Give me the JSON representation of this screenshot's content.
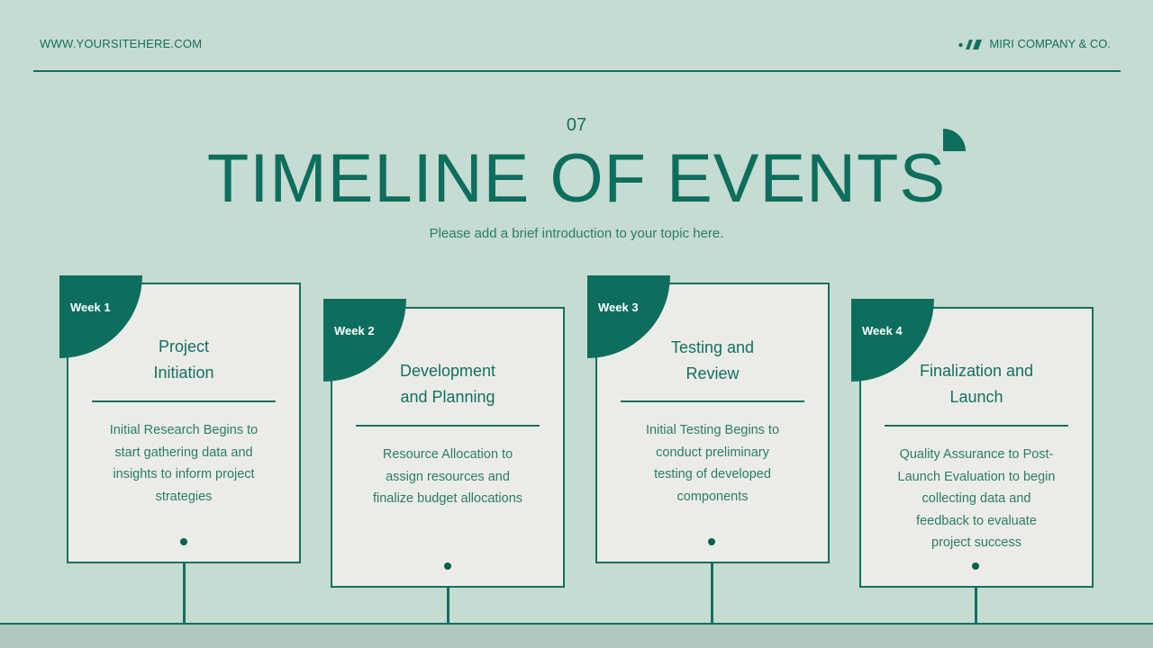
{
  "header": {
    "site_url": "WWW.YOURSITEHERE.COM",
    "brand_name": "MIRI COMPANY & CO.",
    "brand_icon": "slash-logo-icon"
  },
  "hero": {
    "section_number": "07",
    "title": "TIMELINE OF EVENTS",
    "subtitle": "Please add a brief introduction to your topic here."
  },
  "colors": {
    "background": "#c6dbd2",
    "accent": "#0d6e5e",
    "card_bg": "#ebece8",
    "ground": "#b2c8bf"
  },
  "timeline": [
    {
      "week": "Week 1",
      "title_line1": "Project",
      "title_line2": "Initiation",
      "desc": [
        "Initial Research Begins to",
        "start gathering data and",
        "insights to inform project",
        "strategies"
      ]
    },
    {
      "week": "Week 2",
      "title_line1": "Development",
      "title_line2": "and Planning",
      "desc": [
        "Resource Allocation to",
        "assign resources and",
        "finalize budget allocations"
      ]
    },
    {
      "week": "Week 3",
      "title_line1": "Testing and",
      "title_line2": "Review",
      "desc": [
        "Initial Testing Begins to",
        "conduct preliminary",
        "testing of developed",
        "components"
      ]
    },
    {
      "week": "Week 4",
      "title_line1": "Finalization and",
      "title_line2": "Launch",
      "desc": [
        "Quality Assurance to Post-",
        "Launch Evaluation to begin",
        "collecting data and",
        "feedback to evaluate",
        "project success"
      ]
    }
  ]
}
